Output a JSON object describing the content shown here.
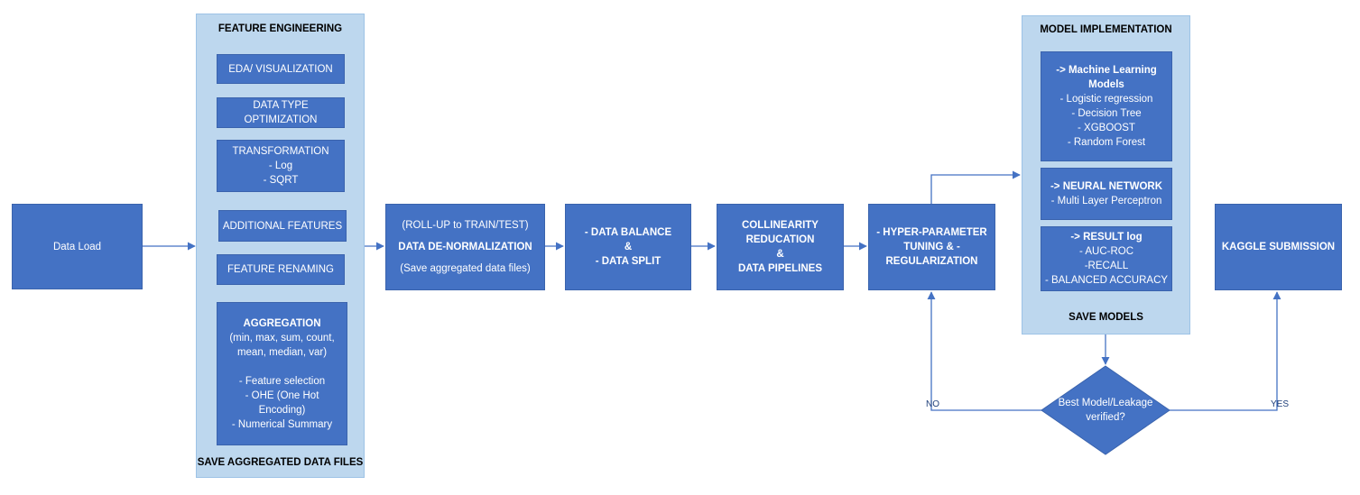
{
  "data_load": "Data Load",
  "feature_engineering": {
    "title": "FEATURE ENGINEERING",
    "eda": "EDA/ VISUALIZATION",
    "dtype": [
      "DATA TYPE",
      "OPTIMIZATION"
    ],
    "transformation": [
      "TRANSFORMATION",
      "- Log",
      "- SQRT"
    ],
    "additional": "ADDITIONAL FEATURES",
    "renaming": "FEATURE RENAMING",
    "aggregation": {
      "title": "AGGREGATION",
      "lines": [
        "(min, max, sum, count,",
        "mean, median, var)",
        "",
        "- Feature selection",
        "- OHE (One Hot",
        "Encoding)",
        "- Numerical Summary"
      ]
    },
    "footer": "SAVE AGGREGATED DATA FILES"
  },
  "denormalization": {
    "top": "(ROLL-UP to TRAIN/TEST)",
    "title": "DATA DE-NORMALIZATION",
    "bottom": "(Save aggregated data files)"
  },
  "balance": [
    "- DATA BALANCE",
    "&",
    "- DATA SPLIT"
  ],
  "collinearity": [
    "COLLINEARITY",
    "REDUCATION",
    "&",
    "DATA PIPELINES"
  ],
  "hyper": [
    "- HYPER-PARAMETER",
    "TUNING & -",
    "REGULARIZATION"
  ],
  "model_implementation": {
    "title": "MODEL IMPLEMENTATION",
    "ml": {
      "title": [
        "-> Machine Learning",
        "Models"
      ],
      "items": [
        "- Logistic regression",
        "- Decision Tree",
        "- XGBOOST",
        "- Random Forest"
      ]
    },
    "nn": {
      "title": "-> NEURAL NETWORK",
      "items": [
        "- Multi Layer Perceptron"
      ]
    },
    "result": {
      "title": "-> RESULT log",
      "items": [
        "- AUC-ROC",
        "-RECALL",
        "- BALANCED ACCURACY"
      ]
    },
    "footer": "SAVE MODELS"
  },
  "decision": [
    "Best Model/Leakage",
    "verified?"
  ],
  "no_label": "NO",
  "yes_label": "YES",
  "kaggle": "KAGGLE SUBMISSION",
  "colors": {
    "box": "#4472c4",
    "panel": "#bdd7ee",
    "line": "#4472c4"
  }
}
